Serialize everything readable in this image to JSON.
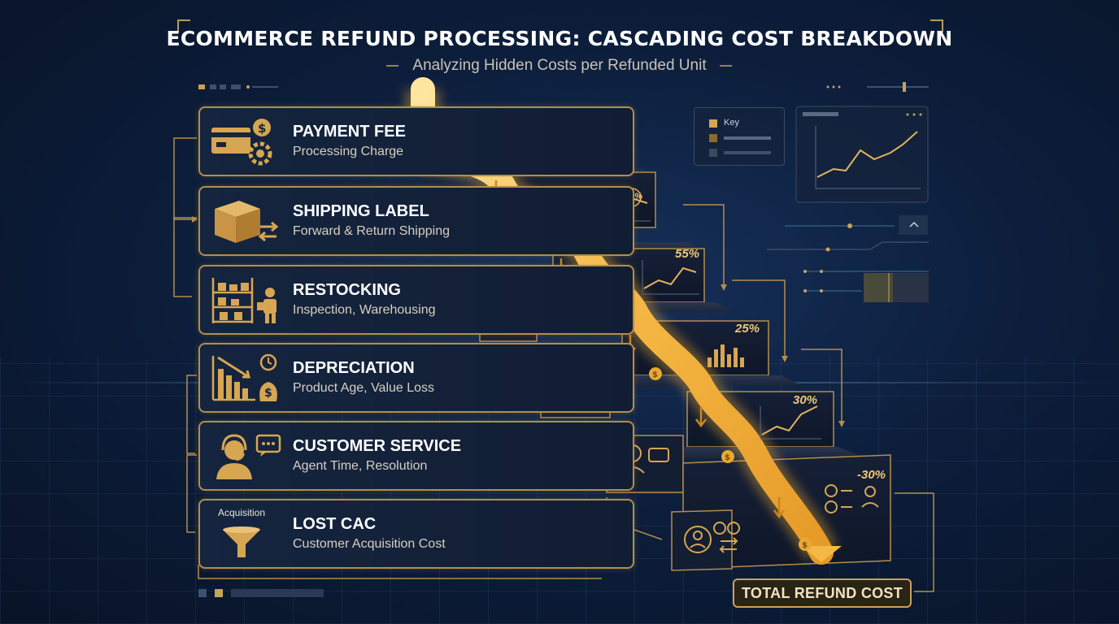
{
  "header": {
    "title": "ECOMMERCE REFUND PROCESSING: CASCADING COST BREAKDOWN",
    "subtitle": "Analyzing Hidden Costs per Refunded Unit"
  },
  "steps": [
    {
      "title": "PAYMENT FEE",
      "subtitle": "Processing Charge",
      "icon": "credit-card-gear-icon"
    },
    {
      "title": "SHIPPING LABEL",
      "subtitle": "Forward & Return Shipping",
      "icon": "package-arrows-icon"
    },
    {
      "title": "RESTOCKING",
      "subtitle": "Inspection, Warehousing",
      "icon": "warehouse-worker-icon"
    },
    {
      "title": "DEPRECIATION",
      "subtitle": "Product Age, Value Loss",
      "icon": "declining-chart-icon"
    },
    {
      "title": "CUSTOMER SERVICE",
      "subtitle": "Agent Time, Resolution",
      "icon": "headset-agent-icon"
    },
    {
      "title": "LOST CAC",
      "subtitle": "Customer Acquisition Cost",
      "icon": "funnel-icon",
      "icon_caption": "Acquisition"
    }
  ],
  "stair_badges": [
    "30%",
    "55%",
    "25%",
    "30%",
    "-30%"
  ],
  "key_panel": {
    "label": "Key"
  },
  "total": {
    "label": "TOTAL REFUND COST"
  },
  "colors": {
    "gold": "#c9a25a",
    "navy": "#0d1f3d",
    "glow": "#f5c45a"
  }
}
